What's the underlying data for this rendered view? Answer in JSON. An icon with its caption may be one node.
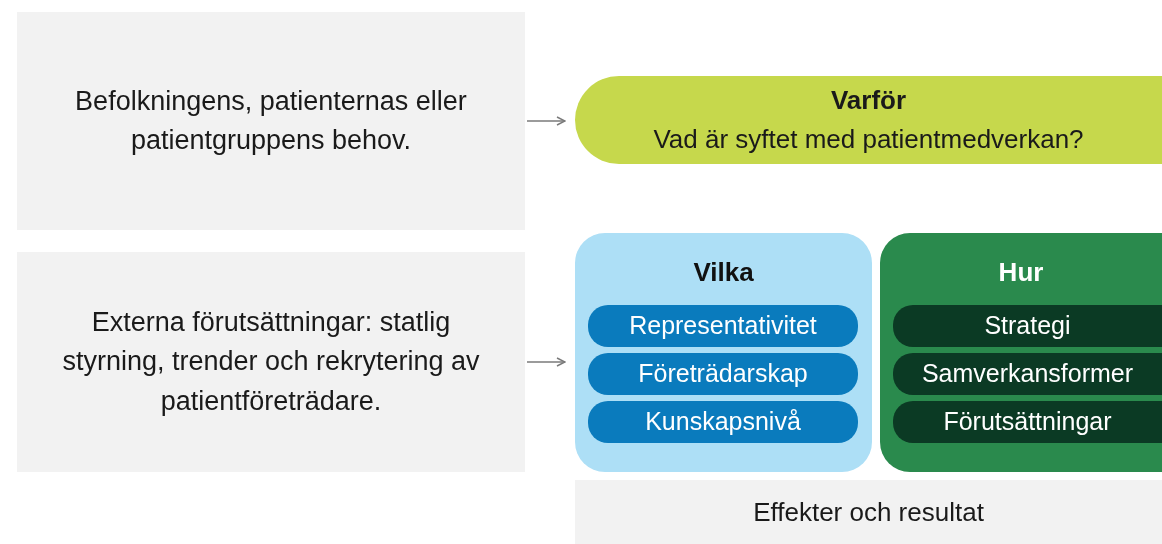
{
  "diagram": {
    "nodes": [
      {
        "text": [
          "Befolkningens, patienternas eller patientgruppens behov."
        ]
      },
      {
        "text": [
          "Externa förutsättningar: statlig styrning, trender och rekrytering av patientföreträdare."
        ]
      },
      {
        "text": [
          "Varför",
          "Vad är syftet med patientmedverkan?"
        ]
      },
      {
        "text": [
          "Vilka"
        ]
      },
      {
        "text": [
          "Representativitet"
        ],
        "in": 3
      },
      {
        "text": [
          "Företrädarskap"
        ],
        "in": 3
      },
      {
        "text": [
          "Kunskapsnivå"
        ],
        "in": 3
      },
      {
        "text": [
          "Hur"
        ]
      },
      {
        "text": [
          "Strategi"
        ],
        "in": 7
      },
      {
        "text": [
          "Samverkansformer"
        ],
        "in": 7
      },
      {
        "text": [
          "Förutsättningar"
        ],
        "in": 7
      },
      {
        "text": [
          "Effekter och resultat"
        ]
      }
    ],
    "edges": [
      {
        "from": 0,
        "to": 2,
        "arrow": "to"
      },
      {
        "from": 1,
        "to": 3,
        "arrow": "to"
      }
    ]
  }
}
